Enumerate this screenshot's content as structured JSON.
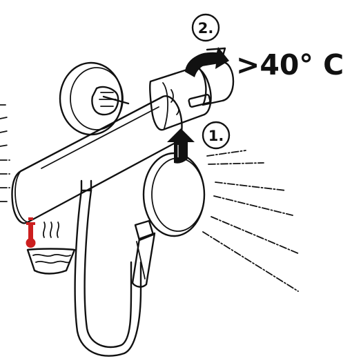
{
  "instruction": {
    "step1": {
      "number": "1.",
      "action": "push-up-arrow-icon"
    },
    "step2": {
      "number": "2.",
      "action": "rotate-arrow-icon"
    },
    "temperature_label": ">40° C",
    "hot_water_icon": "thermometer-hot-water-icon",
    "colors": {
      "line": "#111111",
      "thermometer": "#cc1f1f",
      "grip_highlight": "#8f8f8f",
      "background": "#ffffff"
    }
  }
}
